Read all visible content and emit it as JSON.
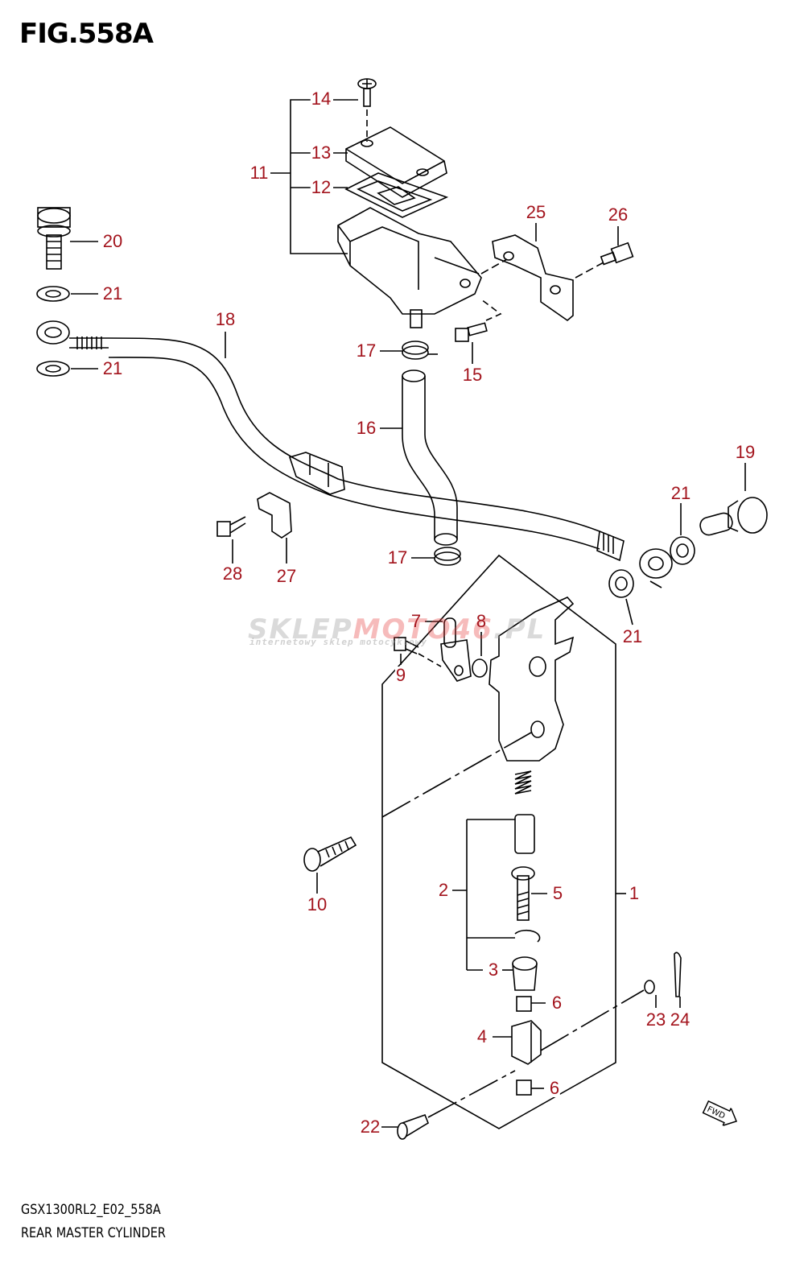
{
  "figure": {
    "title": "FIG.558A",
    "code": "GSX1300RL2_E02_558A",
    "caption": "REAR MASTER CYLINDER",
    "direction_marker": "FWD"
  },
  "watermark": {
    "brand_gray": "SKLEP",
    "brand_red": "MOTO46",
    "brand_suffix": ".PL",
    "tagline": "internetowy sklep motocyklowy"
  },
  "callouts": [
    "14",
    "13",
    "11",
    "12",
    "25",
    "26",
    "20",
    "21",
    "18",
    "17",
    "15",
    "21",
    "16",
    "19",
    "21",
    "28",
    "27",
    "17",
    "21",
    "7",
    "8",
    "9",
    "10",
    "2",
    "5",
    "1",
    "3",
    "6",
    "23",
    "24",
    "4",
    "6",
    "22"
  ],
  "colors": {
    "callout": "#a3141d",
    "line": "#000000"
  }
}
